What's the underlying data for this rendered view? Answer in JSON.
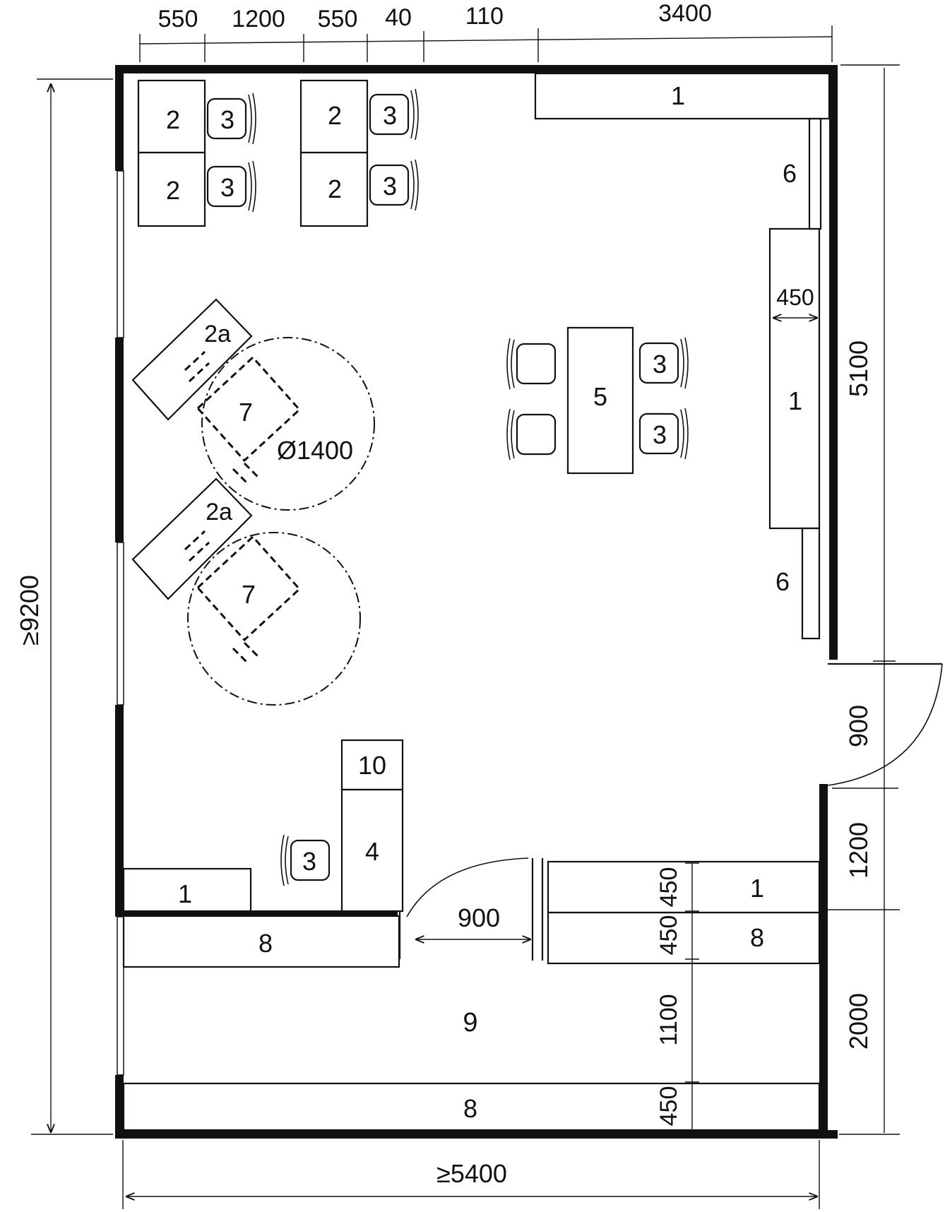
{
  "dimensions": {
    "top": [
      "550",
      "1200",
      "550",
      "40",
      "110",
      "3400"
    ],
    "left_total": "≥9200",
    "bottom_total": "≥5400",
    "right": [
      "5100",
      "900",
      "1200",
      "2000"
    ],
    "inner_stack": [
      "450",
      "450",
      "1100",
      "450"
    ],
    "cabinet_depth": "450",
    "door_width": "900",
    "turning_circle": "Ø1400"
  },
  "items": {
    "worktop": "1",
    "desk": "2",
    "angled_desk": "2a",
    "chair": "3",
    "unit_4": "4",
    "table": "5",
    "unit_6": "6",
    "wheelchair": "7",
    "unit_8": "8",
    "area_9": "9",
    "unit_10": "10"
  }
}
